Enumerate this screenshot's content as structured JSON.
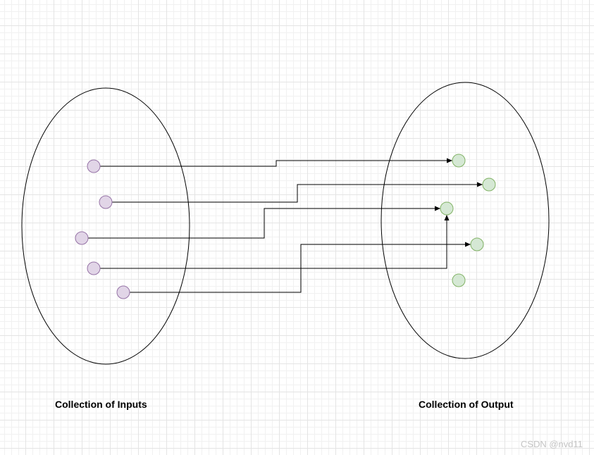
{
  "labels": {
    "inputs": "Collection of Inputs",
    "outputs": "Collection of Output"
  },
  "watermark": "CSDN @nvd11",
  "colors": {
    "input_fill": "#e1d5e7",
    "input_stroke": "#9673a6",
    "output_fill": "#d5e8d4",
    "output_stroke": "#82b366",
    "line": "#000000"
  }
}
